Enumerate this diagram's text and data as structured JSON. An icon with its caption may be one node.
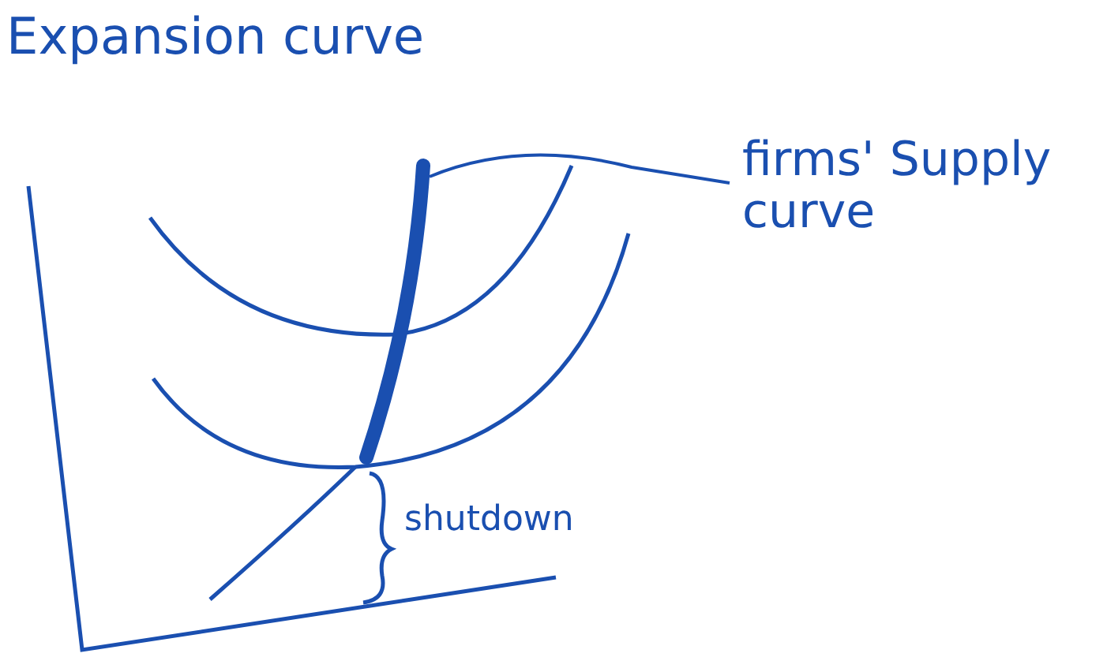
{
  "diagram": {
    "title": "Expansion curve",
    "nodes": [
      {
        "text": [
          "firms' Supply curve"
        ]
      },
      {
        "text": [],
        "shape": "curve"
      }
    ],
    "edges": [
      {
        "from": 0,
        "to": 1,
        "arrow": "none"
      }
    ],
    "labels": [
      "shutdown"
    ]
  }
}
